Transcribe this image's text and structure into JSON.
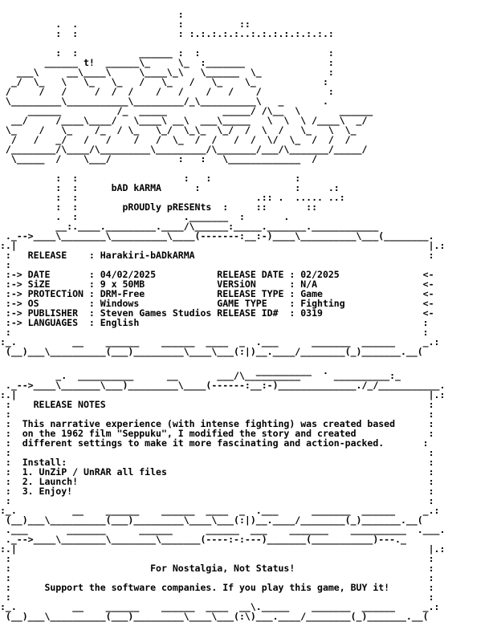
{
  "document": {
    "lines": [
      "",
      "                                ",
      "                                :",
      "          .  .                  :          ::",
      "          :  :                  : :.:.:.:.:..:.:.:.:.:.:.:.:",
      "          :  :           ______ :  :                       :",
      "        ______ t!  ______\\_     \\_  :_______               :",
      "   ___\\     __\\____\\     \\____\\_\\   \\______  \\_            :",
      "  _/  \\_   \\   \\_   \\_   /   \\_   /   \\_    \\_            :",
      " /     /   /     /  /  /    /   /    /   /    /            :",
      " \\_________\\___________\\_________/_\\__________\\   _       .",
      "     ______          /_  _____          _____/ /\\__  \\       ______",
      "  __/     /____\\____/   \\____\\ __\\  ___\\_____   \\  \\  \\ /____\\  _/",
      " \\_    /   \\_    /_  / \\_   \\_/  \\_\\_  \\_/  /  \\  /   \\_   \\  \\_",
      "  /   /   _/   /   /    /   /  \\_  /  /   /  /  \\/  \\_  /  /  /",
      " /________/\\____/\\_________\\_________/\\_______/___/\\_______/_____/",
      "  \\_____  /    \\___/            :   :   \\_____________  /",
      "          :  :                   :   :               :",
      "          :  :      bAD kARMA      :                 :     .:",
      "          :  :                                .:: .  ..... ..:",
      "          :  :        pROUDly pRESENts  :     ::       ::",
      "          .  :                   ._______  :       .",
      "          __:.____._________.____/\\______:_____._______.____________",
      " ._-->____\\________\\__________\\____(-------:__:-)____\\__________\\___(________.",
      ":.|                                                                          |.:",
      " :   RELEASE    : Harakiri-bADkARMA                                          :",
      " :",
      " :-> DATE       : 04/02/2025           RELEASE DATE : 02/2025               <-",
      " :-> SiZE       : 9 x 50MB             VERSiON      : N/A                   <-",
      " :-> PROTECTiON : DRM-Free             RELEASE TYPE : Game                  <-",
      " :-> OS         : Windows              GAME TYPE    : Fighting              <-",
      " :-> PUBLISHER  : Steven Games Studios RELEASE ID#  : 0319                  <-",
      " :-> LANGUAGES  : English                                                   :",
      " :                                                                          :",
      ":_.          __    ______    ______  ____  _  .___      _______  ______     _.:",
      " (__)___\\__________(___)_________\\____\\___(:|)__.____/________(_)_______.__(",
      "",
      "",
      "                                              __________  .",
      "          _.  __________      __       ___/\\__________      __________:_",
      " ._-->____\\_______\\___)_________\\____(------:__:-)______________./_/___________.",
      ":.|                                                                          |.:",
      " :    RELEASE NOTES                                                          :",
      " :                                                                           :",
      " :  This narrative experience (with intense fighting) was created based      :",
      " :  on the 1962 film \"Seppuku\", I modified the story and created             :",
      " :  different settings to make it more fascinating and action-packed.       :",
      " :                                                                           :",
      " :  Install:                                                                 :",
      " :  1. UnZiP / UnRAR all files                                               :",
      " :  2. Launch!                                                               :",
      " :  3. Enjoy!                                                                :",
      " :                                                                           :",
      ":_.          __    ______    ______  ____  _  .___      _______  ______     _.:",
      " (__)___\\__________(___)_________\\____\\___(:|)__.____/________(_)_______.__(",
      "",
      " .___       _______      ______      ______  ___    _______    __________  .___.",
      " ._-->____\\________\\________\\_______(----:-:---)_______(___________)---._",
      ":.|                                                                          |.:",
      " :                                                                           :",
      " :                         For Nostalgia, Not Status!                        :",
      " :                                                                           :",
      " :      Support the software companies. If you play this game, BUY it!       :",
      " :                                                                           :",
      ":_.          __    ______    ______  ____  __\\._____    _______  ______     _.:",
      " (__)___\\__________(___)_________\\____\\___(:\\)___.____/________(_)_______.__("
    ]
  }
}
